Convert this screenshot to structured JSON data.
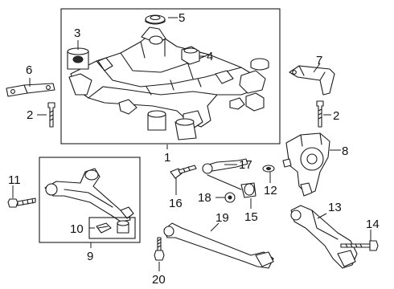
{
  "callouts": {
    "c1": "1",
    "c2a": "2",
    "c2b": "2",
    "c3": "3",
    "c4": "4",
    "c5": "5",
    "c6": "6",
    "c7": "7",
    "c8": "8",
    "c9": "9",
    "c10": "10",
    "c11": "11",
    "c12": "12",
    "c13": "13",
    "c14": "14",
    "c15": "15",
    "c16": "16",
    "c17": "17",
    "c18": "18",
    "c19": "19",
    "c20": "20"
  },
  "colors": {
    "line": "#1a1a1a",
    "background": "#ffffff"
  }
}
